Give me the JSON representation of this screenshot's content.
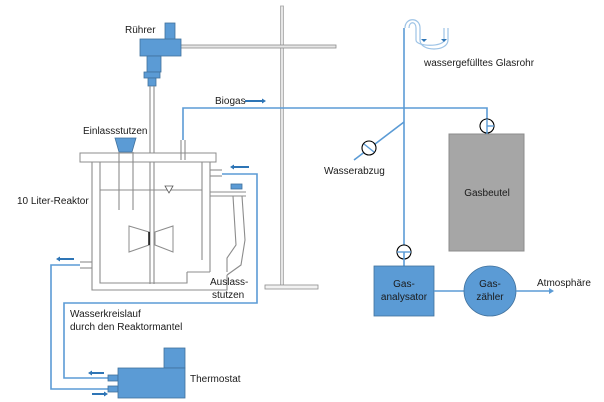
{
  "labels": {
    "ruehrer": "Rührer",
    "biogas": "Biogas",
    "glasrohr": "wassergefülltes Glasrohr",
    "einlassstutzen": "Einlassstutzen",
    "reaktor": "10 Liter-Reaktor",
    "wasserabzug": "Wasserabzug",
    "gasbeutel": "Gasbeutel",
    "auslass_line1": "Auslass-",
    "auslass_line2": "stutzen",
    "wasserkreislauf_line1": "Wasserkreislauf",
    "wasserkreislauf_line2": "durch den Reaktormantel",
    "thermostat": "Thermostat",
    "gasanalysator_line1": "Gas-",
    "gasanalysator_line2": "analysator",
    "gaszaehler_line1": "Gas-",
    "gaszaehler_line2": "zähler",
    "atmosphaere": "Atmosphäre"
  },
  "colors": {
    "equipment_blue": "#5b9bd5",
    "pipe_blue": "#5b9bd5",
    "gasbag_gray": "#a6a6a6",
    "glass_gray": "#a6a6a6"
  }
}
